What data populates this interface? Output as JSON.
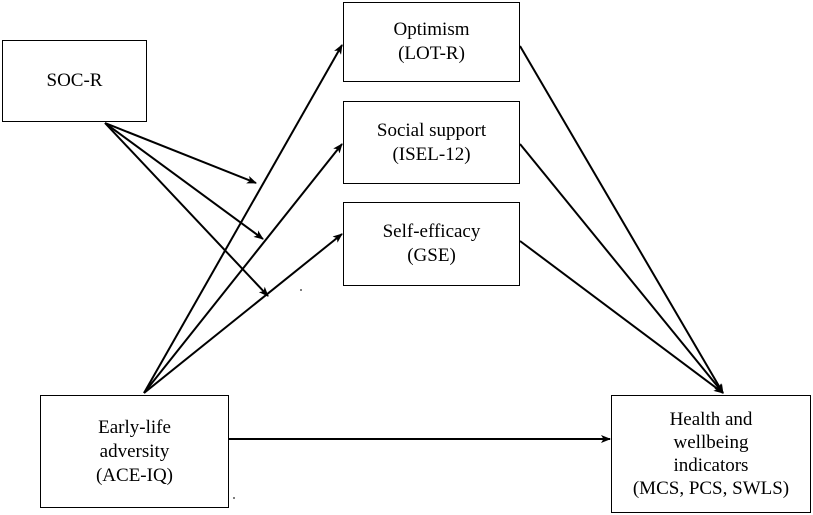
{
  "nodes": {
    "soc": {
      "lines": [
        "SOC-R"
      ]
    },
    "optimism": {
      "lines": [
        "Optimism",
        "(LOT-R)"
      ]
    },
    "social_support": {
      "lines": [
        "Social support",
        "(ISEL-12)"
      ]
    },
    "self_efficacy": {
      "lines": [
        "Self-efficacy",
        "(GSE)"
      ]
    },
    "early_life": {
      "lines": [
        "Early-life",
        "adversity",
        "(ACE-IQ)"
      ]
    },
    "health": {
      "lines": [
        "Health and",
        "wellbeing",
        "indicators",
        "(MCS, PCS, SWLS)"
      ]
    }
  },
  "edges": [
    {
      "from": "early_life",
      "to": "optimism"
    },
    {
      "from": "early_life",
      "to": "social_support"
    },
    {
      "from": "early_life",
      "to": "self_efficacy"
    },
    {
      "from": "early_life",
      "to": "health"
    },
    {
      "from": "optimism",
      "to": "health"
    },
    {
      "from": "social_support",
      "to": "health"
    },
    {
      "from": "self_efficacy",
      "to": "health"
    },
    {
      "from": "soc",
      "to": "path-early_life-optimism"
    },
    {
      "from": "soc",
      "to": "path-early_life-social_support"
    },
    {
      "from": "soc",
      "to": "path-early_life-self_efficacy"
    }
  ],
  "colors": {
    "stroke": "#000000",
    "background": "#ffffff"
  }
}
